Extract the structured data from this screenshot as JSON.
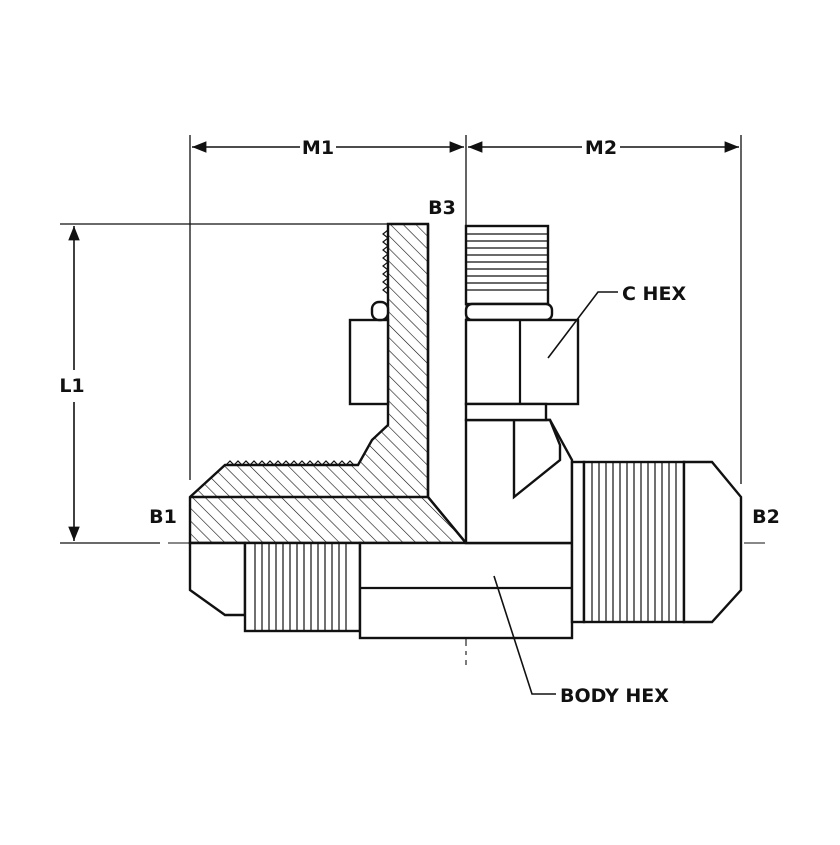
{
  "labels": {
    "m1": "M1",
    "m2": "M2",
    "l1": "L1",
    "b1": "B1",
    "b2": "B2",
    "b3": "B3",
    "c_hex": "C HEX",
    "body_hex": "BODY HEX"
  },
  "colors": {
    "line": "#111111",
    "background": "#ffffff"
  }
}
